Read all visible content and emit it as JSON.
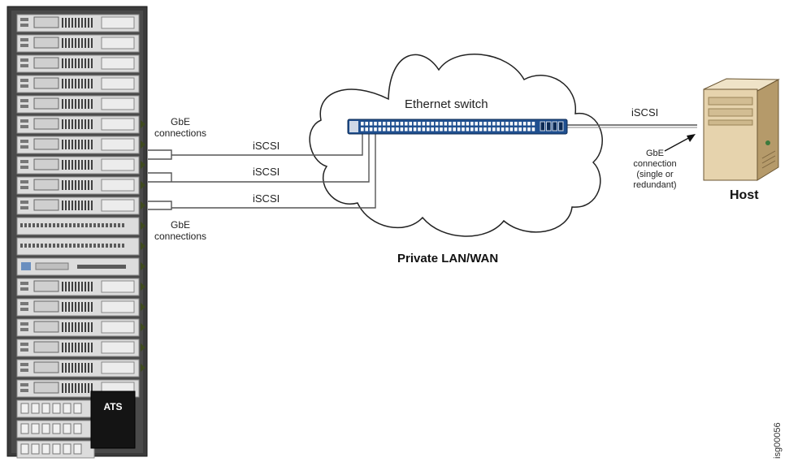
{
  "labels": {
    "gbe_top": "GbE\nconnections",
    "gbe_bottom": "GbE\nconnections",
    "iscsi_1": "iSCSI",
    "iscsi_2": "iSCSI",
    "iscsi_3": "iSCSI",
    "iscsi_host": "iSCSI",
    "switch": "Ethernet switch",
    "network": "Private LAN/WAN",
    "host_connection": "GbE\nconnection\n(single or\nredundant)",
    "host": "Host",
    "ats": "ATS",
    "figure_id": "isg00056"
  },
  "colors": {
    "rack_frame": "#3b3b3b",
    "rack_unit": "#dcdcdc",
    "switch_body": "#1f4f8f",
    "switch_port": "#ffffff",
    "cloud_outline": "#222222",
    "host_body": "#e8d7b4",
    "ats_box": "#141414",
    "connector": "#3f4a1f"
  },
  "icons": [
    "storage-rack-icon",
    "ethernet-switch-icon",
    "network-cloud-icon",
    "host-server-icon"
  ]
}
